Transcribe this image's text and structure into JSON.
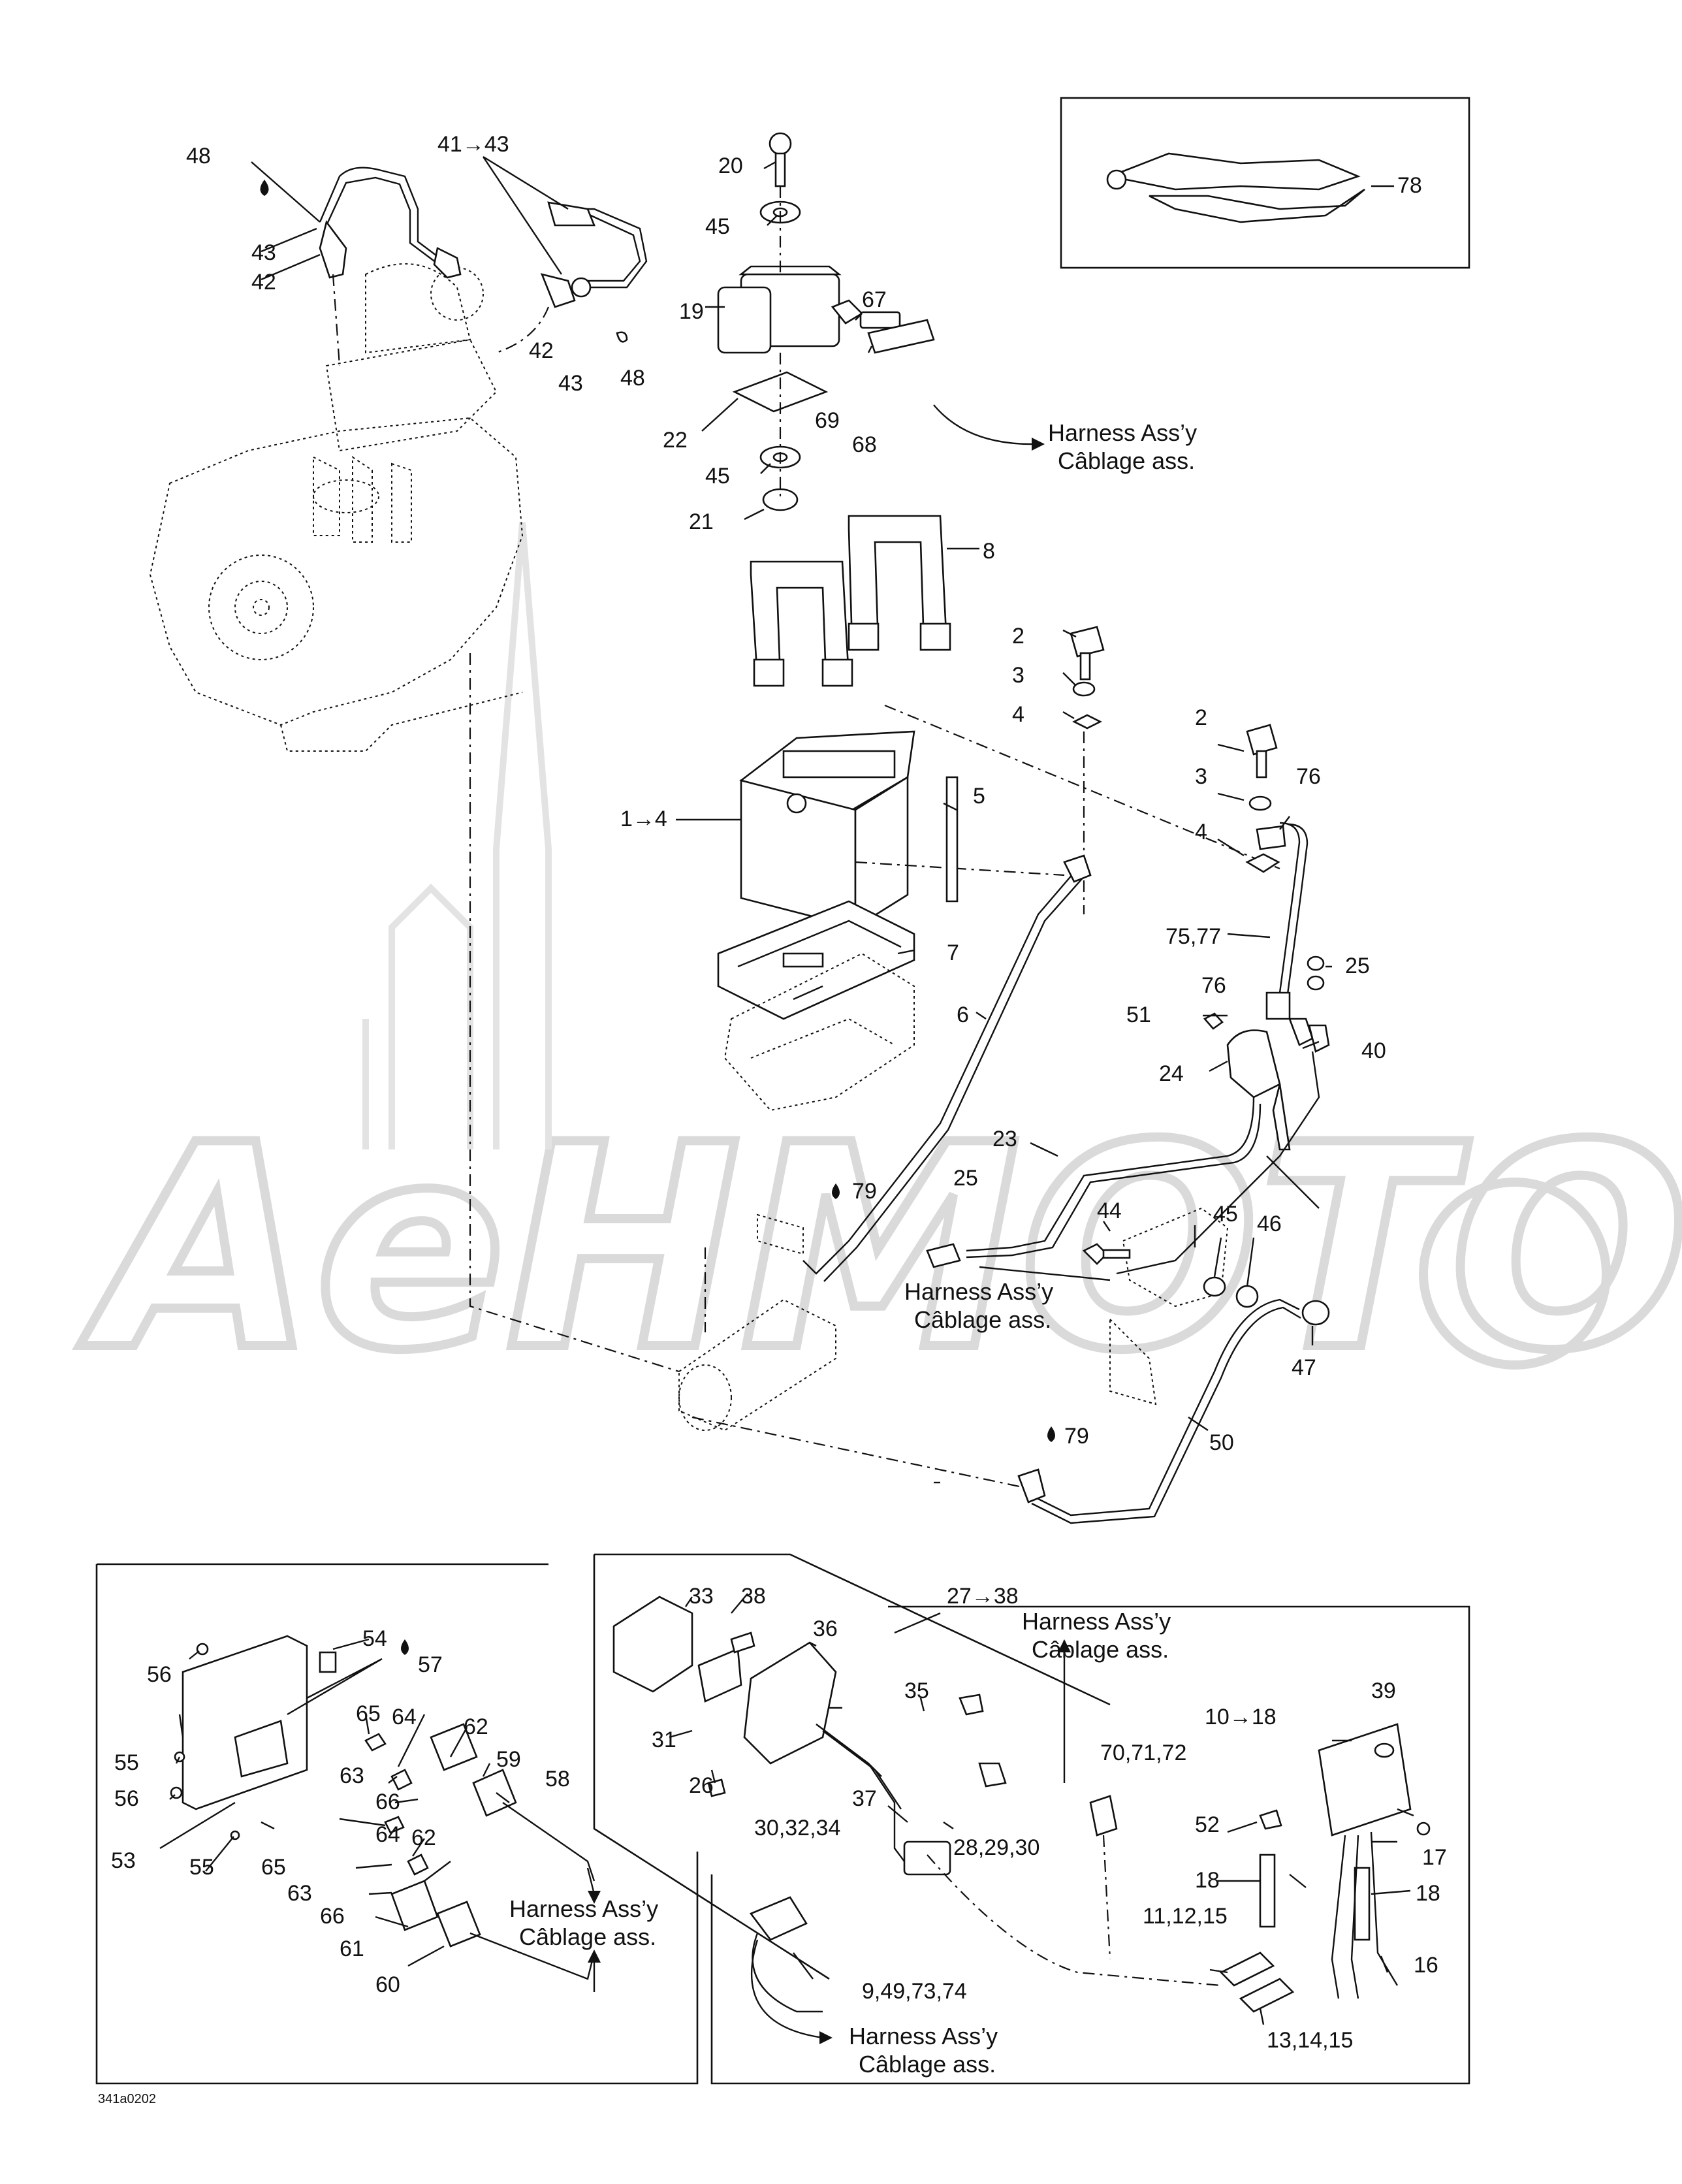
{
  "figure_code": "341a0202",
  "watermark": "AeHMOTO",
  "harness_label": {
    "line1": "Harness Ass’y",
    "line2": "Câblage ass."
  },
  "callouts": {
    "c48a": "48",
    "c41_43": "41→43",
    "c43a": "43",
    "c42a": "42",
    "c42b": "42",
    "c43b": "43",
    "c48b": "48",
    "c20": "20",
    "c45a": "45",
    "c19": "19",
    "c67": "67",
    "c69": "69",
    "c68": "68",
    "c22": "22",
    "c45b": "45",
    "c21": "21",
    "c78": "78",
    "c8": "8",
    "c2a": "2",
    "c3a": "3",
    "c4a": "4",
    "c1_4": "1→4",
    "c5": "5",
    "c2b": "2",
    "c3b": "3",
    "c76a": "76",
    "c4b": "4",
    "c7": "7",
    "c6": "6",
    "c75_77": "75,77",
    "c25a": "25",
    "c76b": "76",
    "c51": "51",
    "c40": "40",
    "c24": "24",
    "c23": "23",
    "c79a": "79",
    "c25b": "25",
    "c44": "44",
    "c45c": "45",
    "c46": "46",
    "c47": "47",
    "c50": "50",
    "c79b": "79",
    "c27_38": "27→38",
    "c33": "33",
    "c38": "38",
    "c36": "36",
    "c35": "35",
    "c31": "31",
    "c26": "26",
    "c37": "37",
    "c30_32_34": "30,32,34",
    "c28_29_30": "28,29,30",
    "c9_49_73_74": "9,49,73,74",
    "c70_71_72": "70,71,72",
    "c39": "39",
    "c10_18": "10→18",
    "c52": "52",
    "c18a": "18",
    "c17": "17",
    "c18b": "18",
    "c11_12_15": "11,12,15",
    "c16": "16",
    "c13_14_15": "13,14,15",
    "c54": "54",
    "c57": "57",
    "c56a": "56",
    "c65a": "65",
    "c64a": "64",
    "c62a": "62",
    "c59": "59",
    "c55a": "55",
    "c56b": "56",
    "c63a": "63",
    "c66a": "66",
    "c58": "58",
    "c53": "53",
    "c55b": "55",
    "c64b": "64",
    "c62b": "62",
    "c65b": "65",
    "c63b": "63",
    "c66b": "66",
    "c61": "61",
    "c60": "60"
  }
}
